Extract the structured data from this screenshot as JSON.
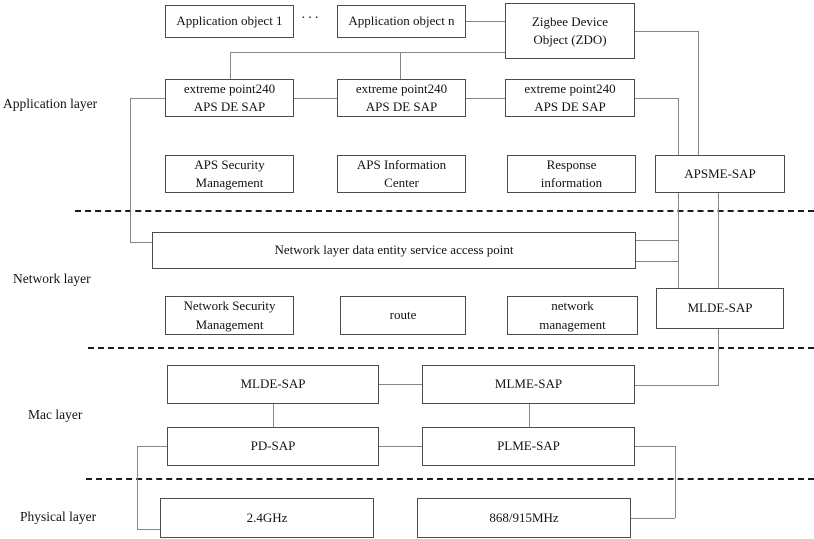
{
  "layers": {
    "application": "Application layer",
    "network": "Network layer",
    "mac": "Mac layer",
    "physical": "Physical layer"
  },
  "ellipsis": "···",
  "boxes": {
    "app_obj_1": "Application object 1",
    "app_obj_n": "Application object n",
    "zdo": "Zigbee Device\nObject (ZDO)",
    "ep1": "extreme point240\nAPS DE SAP",
    "ep2": "extreme point240\nAPS DE SAP",
    "ep3": "extreme point240\nAPS DE SAP",
    "aps_security": "APS Security\nManagement",
    "aps_information": "APS Information\nCenter",
    "response_information": "Response\ninformation",
    "apsme_sap": "APSME-SAP",
    "nlde_sap": "Network layer data entity service access point",
    "network_security": "Network Security\nManagement",
    "route": "route",
    "network_management": "network\nmanagement",
    "mlde_sap_network": "MLDE-SAP",
    "mlde_sap_mac": "MLDE-SAP",
    "mlme_sap": "MLME-SAP",
    "pd_sap": "PD-SAP",
    "plme_sap": "PLME-SAP",
    "freq_24ghz": "2.4GHz",
    "freq_868_915": "868/915MHz"
  },
  "colors": {
    "connector": "#858585",
    "box_border": "#4c4c4c",
    "separator": "#1c1c1c"
  }
}
